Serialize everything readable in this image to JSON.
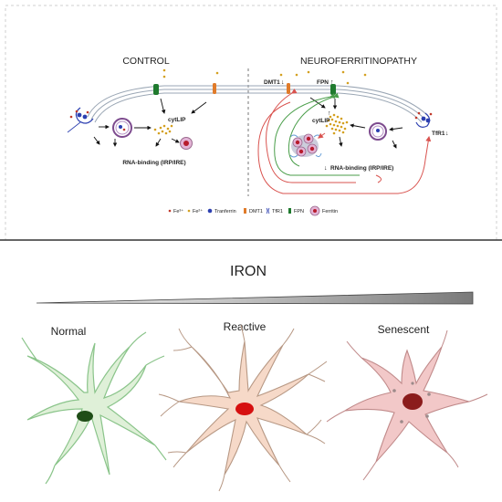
{
  "top_panel": {
    "control_title": "CONTROL",
    "neuro_title": "NEUROFERRITINOPATHY",
    "control_cytlip": "cytLIP",
    "control_rna": "RNA-binding (IRP/IRE)",
    "neuro_cytlip": "cytLIP",
    "neuro_cytlip_arrow": "↑",
    "neuro_rna": "RNA-binding (IRP/IRE)",
    "neuro_rna_arrow": "↓",
    "dmt1_label": "DMT1",
    "dmt1_arrow": "↓",
    "fpn_label": "FPN",
    "fpn_arrow": "↑",
    "tfr1_label": "TfR1",
    "tfr1_arrow": "↓",
    "legend": {
      "fe3": "Fe³⁺",
      "fe2": "Fe²⁺",
      "transferrin": "Tranferrin",
      "dmt1": "DMT1",
      "tfr1": "TfR1",
      "fpn": "FPN",
      "ferritin": "Ferritin"
    }
  },
  "bottom_panel": {
    "iron_title": "IRON",
    "cells": [
      {
        "label": "Normal"
      },
      {
        "label": "Reactive"
      },
      {
        "label": "Senescent"
      }
    ]
  },
  "colors": {
    "fe3": "#c0392b",
    "fe2": "#d4a020",
    "transferrin": "#2c3fb0",
    "dmt1": "#e07b2a",
    "fpn": "#1f7a2e",
    "red_arrow": "#d9534f",
    "green_arrow": "#4a9e4a",
    "normal_fill": "#dff0d8",
    "normal_stroke": "#8ac48a",
    "normal_nucleus": "#1f4d17",
    "reactive_fill": "#f6d9c8",
    "reactive_stroke": "#b79884",
    "reactive_nucleus": "#d61010",
    "senescent_fill": "#f2c8c8",
    "senescent_stroke": "#c08a8a",
    "senescent_nucleus": "#8b1c1c"
  }
}
